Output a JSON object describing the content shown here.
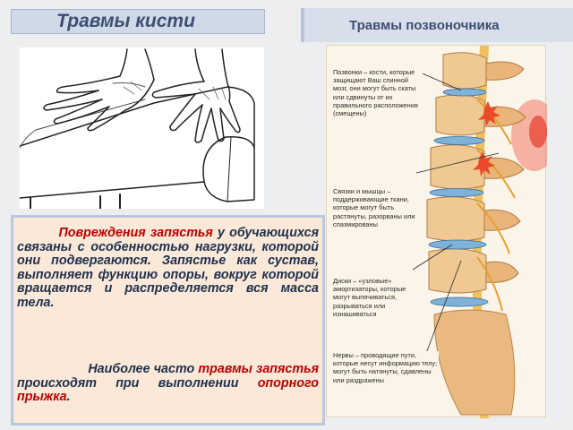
{
  "left_panel": {
    "title": "Травмы кисти",
    "paragraph1": {
      "lead_red": "Повреждения запястья",
      "rest": " у обучающихся связаны с особенностью нагрузки, которой они подвергаются. Запястье как сустав, выполняет функцию опоры, вокруг которой вращается и распределяется вся масса тела."
    },
    "paragraph2": {
      "part1": "Наиболее часто ",
      "red1": "травмы запястья",
      "part2": " происходят при выполнении ",
      "red2": "опорного прыжка",
      "part3": "."
    }
  },
  "right_panel": {
    "title": "Травмы позвоночника",
    "notes": [
      "Позвонки – кости, которые защищают Ваш спинной мозг, они могут быть скаты или сдвинуты от их правильного расположения (смещены)",
      "Связки и мышцы – поддерживающие ткани, которые могут быть растянуты, разорваны или спазмированы",
      "Диски – «узловые» амортизаторы, которые могут выпячиваться, разрываться или изнашиваться",
      "Нервы – проводящие пути, которые несут информацию телу; могут быть натянуты, сдавлены или раздражены"
    ]
  },
  "colors": {
    "title_text": "#3d4f72",
    "body_text": "#1f2f4d",
    "accent_red": "#c00000",
    "text_box_bg": "#fae9d8",
    "title_box_bg": "#d0d9e7"
  }
}
